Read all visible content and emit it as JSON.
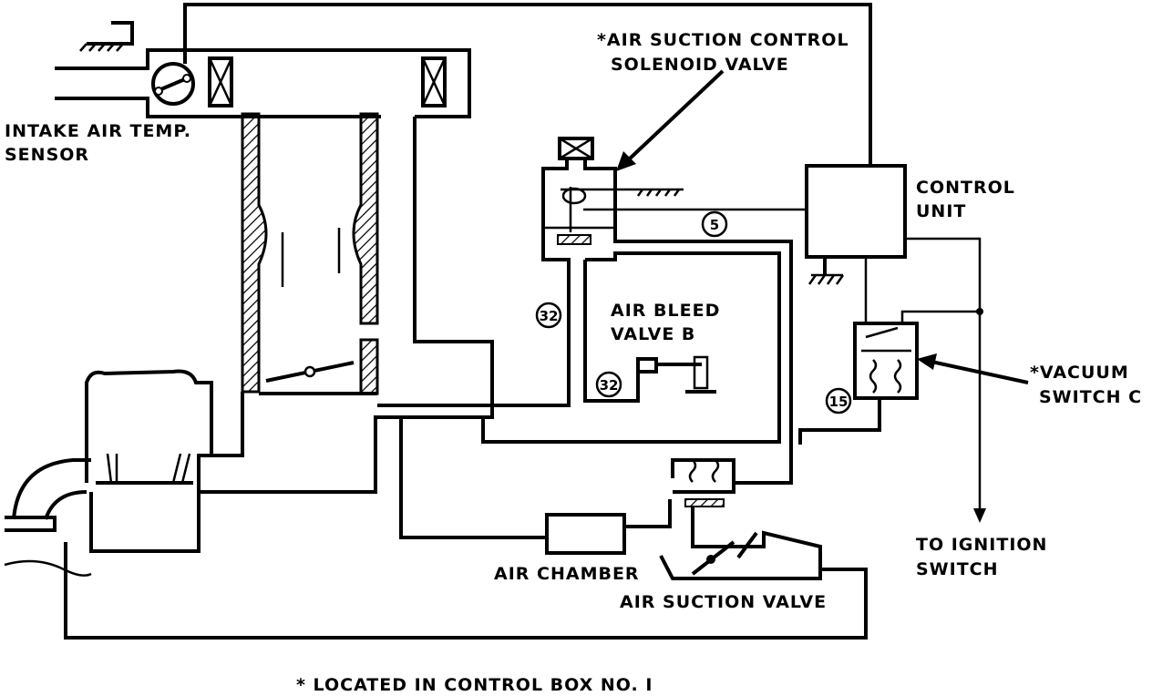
{
  "labels": {
    "intake_air_temp_line1": "INTAKE AIR TEMP.",
    "intake_air_temp_line2": "SENSOR",
    "solenoid_line1": "*AIR SUCTION CONTROL",
    "solenoid_line2": "SOLENOID VALVE",
    "control_unit_line1": "CONTROL",
    "control_unit_line2": "UNIT",
    "air_bleed_line1": "AIR BLEED",
    "air_bleed_line2": "VALVE B",
    "vacuum_switch_line1": "*VACUUM",
    "vacuum_switch_line2": "SWITCH C",
    "ignition_line1": "TO IGNITION",
    "ignition_line2": "SWITCH",
    "air_chamber": "AIR CHAMBER",
    "air_suction_valve": "AIR SUCTION VALVE",
    "footnote": "* LOCATED IN CONTROL BOX NO. I"
  },
  "numbers": {
    "n5": "5",
    "n32a": "32",
    "n32b": "32",
    "n15": "15"
  }
}
